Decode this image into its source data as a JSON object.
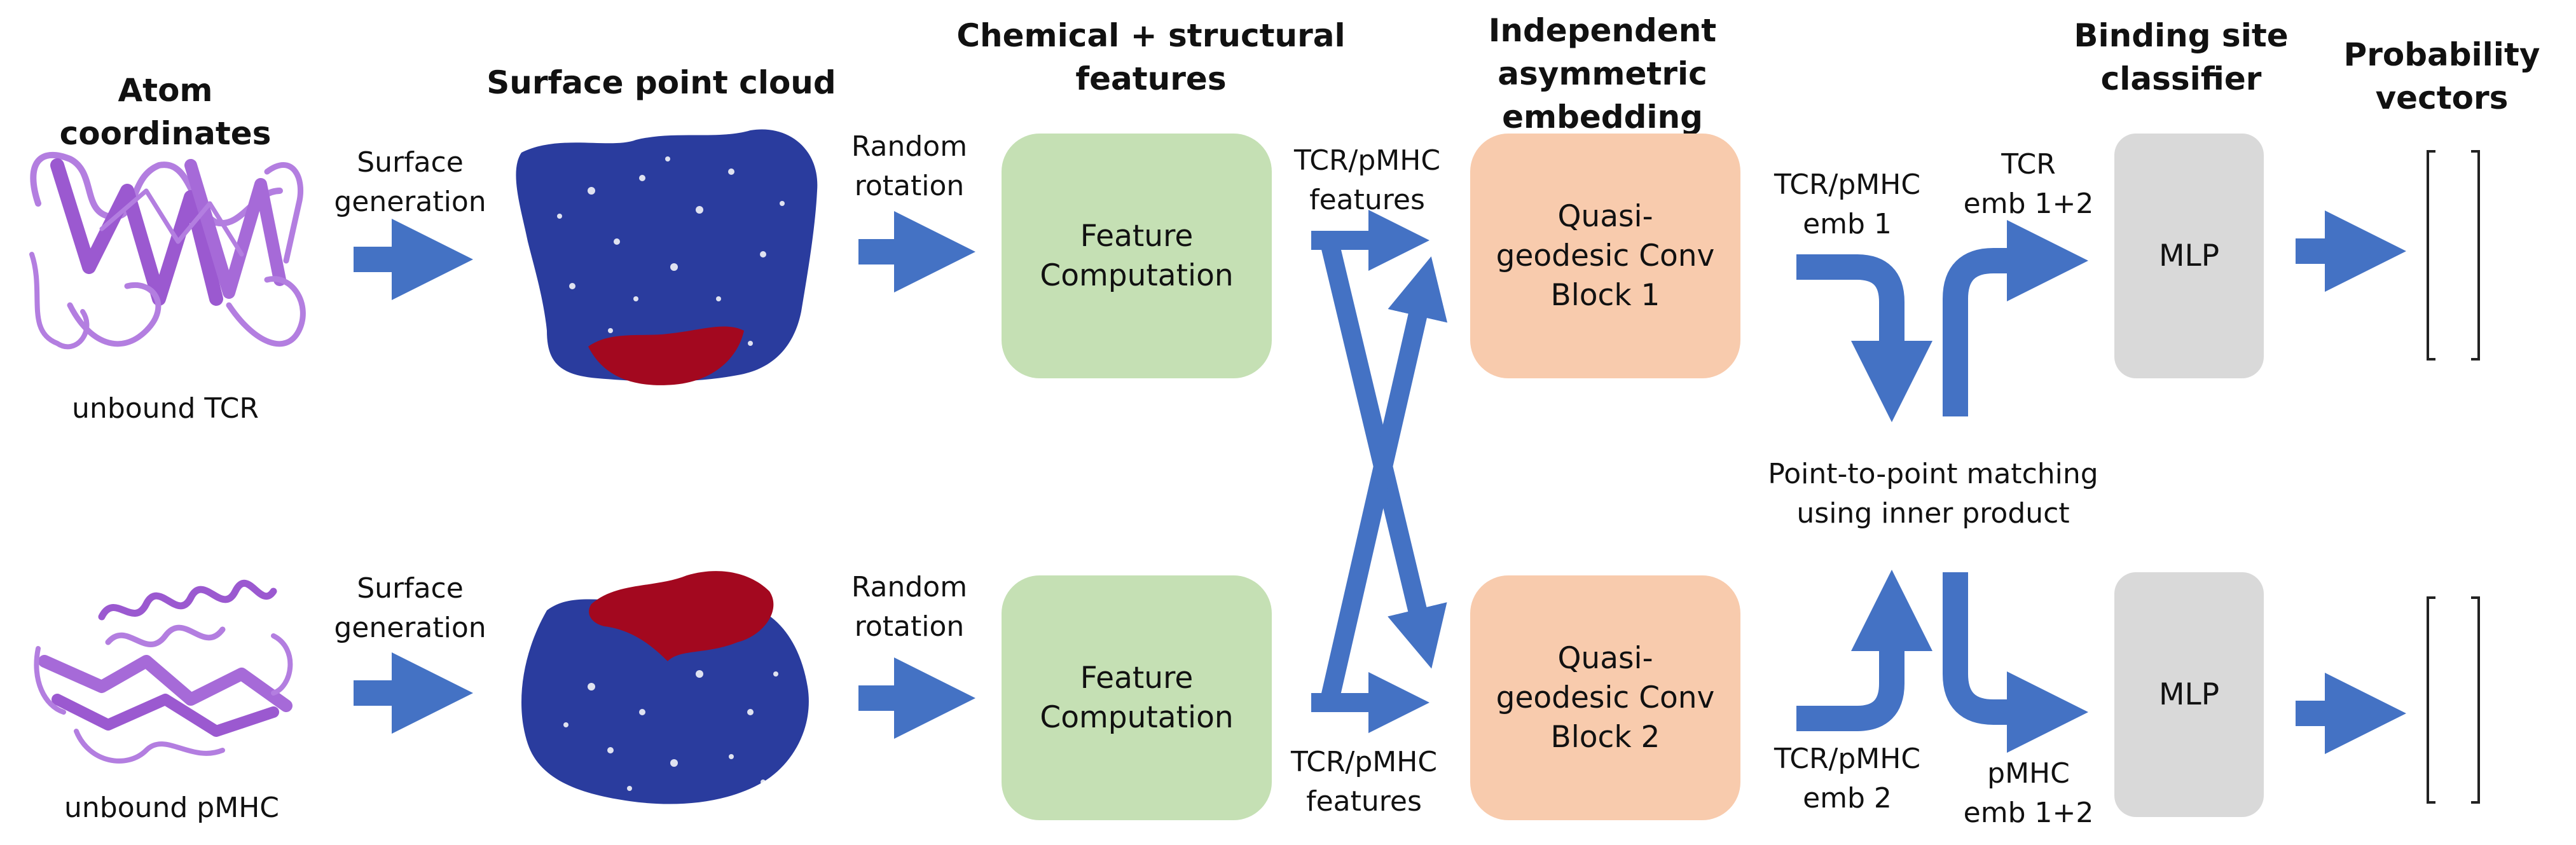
{
  "headers": {
    "atom_coordinates": "Atom coordinates",
    "surface_point_cloud": "Surface point cloud",
    "chemical_structural_1": "Chemical + structural",
    "chemical_structural_2": "features",
    "independent_1": "Independent",
    "independent_2": "asymmetric embedding",
    "binding_site_1": "Binding site",
    "binding_site_2": "classifier",
    "probability_1": "Probability",
    "probability_2": "vectors"
  },
  "top_row": {
    "protein_label": "unbound TCR",
    "surface_gen_1": "Surface",
    "surface_gen_2": "generation",
    "random_rot_1": "Random",
    "random_rot_2": "rotation",
    "feature_box_1": "Feature",
    "feature_box_2": "Computation",
    "features_label_1": "TCR/pMHC",
    "features_label_2": "features",
    "conv_box_1": "Quasi-",
    "conv_box_2": "geodesic Conv",
    "conv_box_3": "Block 1",
    "emb_label_1": "TCR/pMHC",
    "emb_label_2": "emb 1",
    "combined_emb_1": "TCR",
    "combined_emb_2": "emb 1+2",
    "mlp_label": "MLP"
  },
  "bottom_row": {
    "protein_label": "unbound pMHC",
    "surface_gen_1": "Surface",
    "surface_gen_2": "generation",
    "random_rot_1": "Random",
    "random_rot_2": "rotation",
    "feature_box_1": "Feature",
    "feature_box_2": "Computation",
    "features_label_1": "TCR/pMHC",
    "features_label_2": "features",
    "conv_box_1": "Quasi-",
    "conv_box_2": "geodesic Conv",
    "conv_box_3": "Block 2",
    "emb_label_1": "TCR/pMHC",
    "emb_label_2": "emb 2",
    "combined_emb_1": "pMHC",
    "combined_emb_2": "emb 1+2",
    "mlp_label": "MLP"
  },
  "matching": {
    "line_1": "Point-to-point matching",
    "line_2": "using inner product"
  },
  "colors": {
    "arrow_blue": "#4472c4",
    "feature_green": "#c5e0b4",
    "conv_orange": "#f8cbad",
    "mlp_gray": "#d9d9d9",
    "protein_purple": "#b37ee0",
    "surface_blue": "#2a3c9e",
    "binding_red": "#a3081f"
  }
}
